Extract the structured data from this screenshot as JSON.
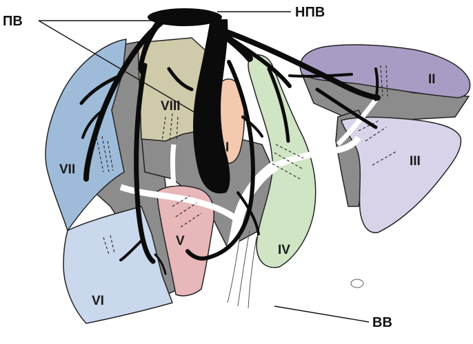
{
  "labels": {
    "pv": "ПВ",
    "ivc": "НПВ",
    "bd": "ВВ"
  },
  "segments": {
    "s1": "I",
    "s2": "II",
    "s3": "III",
    "s4": "IV",
    "s5": "V",
    "s6": "VI",
    "s7": "VII",
    "s8": "VIII"
  },
  "colors": {
    "seg1": "#f4c9b0",
    "seg2": "#a89cc4",
    "seg3": "#d9d3ea",
    "seg4": "#cfe5c4",
    "seg5": "#e7b7b9",
    "seg6": "#c9d8ec",
    "seg7": "#9ebcd9",
    "seg8": "#cfcaa9",
    "parenchyma_gray": "#8a8a8a",
    "vein_black": "#0b0b0b"
  }
}
